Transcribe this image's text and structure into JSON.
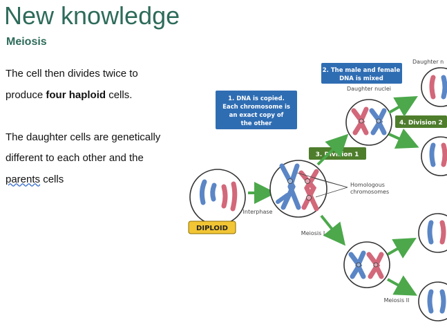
{
  "slide": {
    "title": "New knowledge",
    "subtitle": "Meiosis",
    "para1_a": "The cell then divides twice to",
    "para1_b_pre": "produce ",
    "para1_b_bold": "four haploid",
    "para1_b_post": " cells.",
    "para2_a": "The daughter cells are genetically",
    "para2_b": "different to each other and the",
    "para2_c_link": "parents",
    "para2_c_post": " cells"
  },
  "diagram": {
    "step1_lines": [
      "1. DNA is copied.",
      "Each chromosome is",
      "an exact copy of",
      "the other"
    ],
    "step2_lines": [
      "2. The male and female",
      "DNA is mixed"
    ],
    "step3": "3. Division 1",
    "step4": "4. Division 2",
    "diploid": "DIPLOID",
    "interphase": "Interphase",
    "homologous_lines": [
      "Homologous",
      "chromosomes"
    ],
    "daughter_nuclei": "Daughter nuclei",
    "daughter_n": "Daughter n",
    "meiosis_1": "Meiosis I",
    "meiosis_2": "Meiosis II",
    "colors": {
      "blue": "#5b86c6",
      "red": "#d2687a",
      "green": "#4ca84b",
      "label_blue": "#2f6db3",
      "label_green": "#4e7d2c",
      "yellow": "#f2c534"
    }
  }
}
